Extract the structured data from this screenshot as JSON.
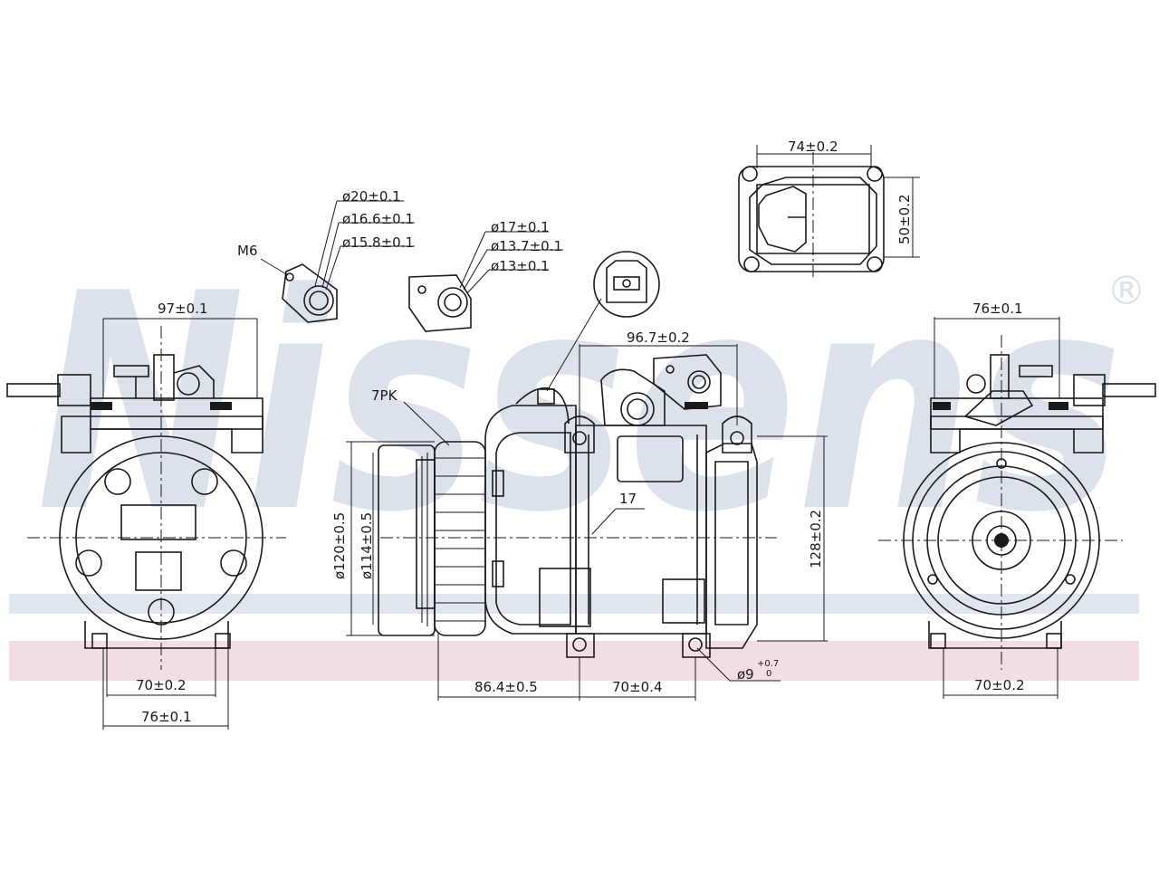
{
  "watermark": {
    "text": "Nissens",
    "registered": "®",
    "colors": {
      "letters": "#dbe2ec",
      "blue_band": "#dfe6ef",
      "pink_band": "#f2dde2"
    }
  },
  "callouts": {
    "m6": "M6",
    "pk": "7PK",
    "port1": [
      "ø20±0.1",
      "ø16.6±0.1",
      "ø15.8±0.1"
    ],
    "port2": [
      "ø17±0.1",
      "ø13.7±0.1",
      "ø13±0.1"
    ],
    "hole": "ø9",
    "hole_tol": "+0.7",
    "hole_tol0": "0",
    "part": "17"
  },
  "dimensions": {
    "left_top": "97±0.1",
    "left_bottom_70": "70±0.2",
    "left_bottom_76": "76±0.1",
    "flange_width": "74±0.2",
    "flange_height": "50±0.2",
    "side_top": "96.7±0.2",
    "pulley_dia": "ø120±0.5",
    "pulley_inner": "ø114±0.5",
    "body_height": "128±0.2",
    "side_86": "86.4±0.5",
    "side_70": "70±0.4",
    "right_top": "76±0.1",
    "right_bottom": "70±0.2"
  }
}
